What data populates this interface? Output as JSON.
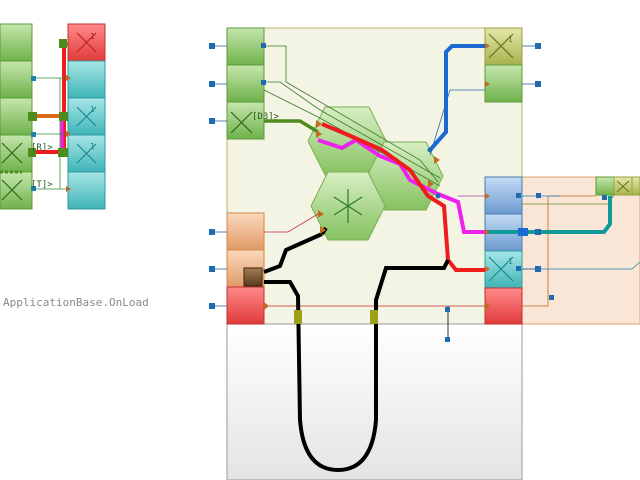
{
  "caption": "ApplicationBase.OnLoad",
  "port_labels": {
    "left_r": "[R]>",
    "left_t": "[T]>",
    "main_d3": "[D3]>"
  },
  "icon_marks": {
    "index": "1"
  },
  "colors": {
    "background": "#ffffff",
    "green_cell": "#8cc46a",
    "red_cell": "#ef5a5a",
    "teal_cell": "#5cc8c8",
    "olive_cell": "#b9c46a",
    "blue_cell": "#7fa8d8",
    "orange_cell": "#e9a878",
    "panel": "#f4f4e4",
    "wire_red": "#ee1c1c",
    "wire_magenta": "#ee22ee",
    "wire_blue": "#1a6ad2",
    "wire_teal": "#109a9a",
    "wire_black": "#000000",
    "wire_green": "#4e8c1e",
    "wire_orange": "#d96a1a"
  }
}
